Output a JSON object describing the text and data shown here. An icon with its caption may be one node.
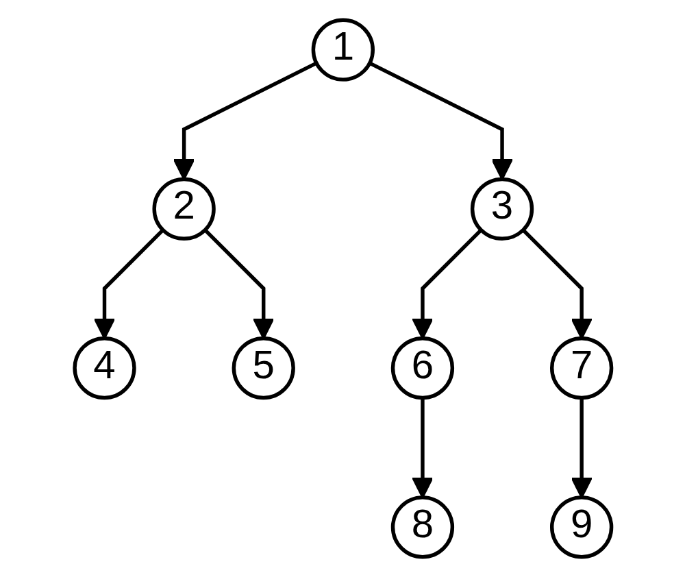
{
  "diagram": {
    "nodes": [
      {
        "text": [
          "1"
        ]
      },
      {
        "text": [
          "2"
        ]
      },
      {
        "text": [
          "3"
        ]
      },
      {
        "text": [
          "4"
        ]
      },
      {
        "text": [
          "5"
        ]
      },
      {
        "text": [
          "7"
        ]
      },
      {
        "text": [
          "6"
        ]
      },
      {
        "text": [
          "8"
        ]
      },
      {
        "text": [
          "9"
        ]
      }
    ],
    "edges": [
      {
        "from": 0,
        "to": 1,
        "arrow": "to"
      },
      {
        "from": 0,
        "to": 2,
        "arrow": "to"
      },
      {
        "from": 1,
        "to": 3,
        "arrow": "to"
      },
      {
        "from": 1,
        "to": 4,
        "arrow": "to"
      },
      {
        "from": 2,
        "to": 6,
        "arrow": "to"
      },
      {
        "from": 2,
        "to": 5,
        "arrow": "to"
      },
      {
        "from": 6,
        "to": 7,
        "arrow": "to"
      },
      {
        "from": 5,
        "to": 8,
        "arrow": "to"
      }
    ]
  }
}
